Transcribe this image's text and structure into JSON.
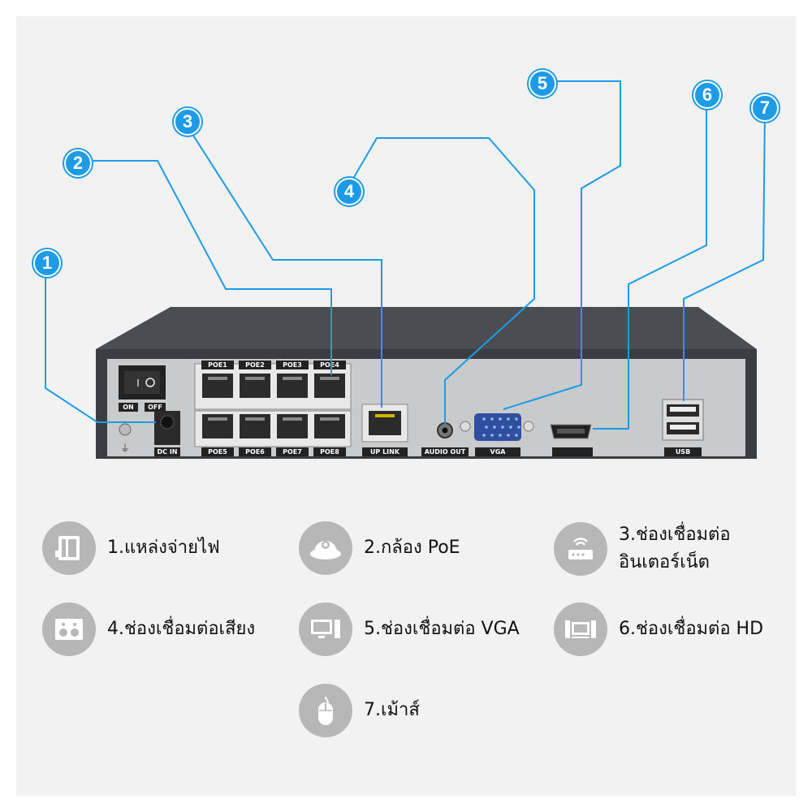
{
  "device": {
    "switch_labels": [
      "ON",
      "OFF"
    ],
    "dc_in": "DC IN",
    "poe_top": [
      "POE1",
      "POE2",
      "POE3",
      "POE4"
    ],
    "poe_bottom": [
      "POE5",
      "POE6",
      "POE7",
      "POE8"
    ],
    "uplink": "UP LINK",
    "audio_out": "AUDIO OUT",
    "vga": "VGA",
    "usb": "USB"
  },
  "callouts": [
    "1",
    "2",
    "3",
    "4",
    "5",
    "6",
    "7"
  ],
  "legend": [
    {
      "icon": "power-supply-icon",
      "line1": "1.แหล่งจ่ายไฟ",
      "line2": ""
    },
    {
      "icon": "dome-camera-icon",
      "line1": "2.กล้อง PoE",
      "line2": ""
    },
    {
      "icon": "router-icon",
      "line1": "3.ช่องเชื่อมต่อ",
      "line2": "อินเตอร์เน็ต"
    },
    {
      "icon": "speaker-icon",
      "line1": "4.ช่องเชื่อมต่อเสียง",
      "line2": ""
    },
    {
      "icon": "monitor-icon",
      "line1": "5.ช่องเชื่อมต่อ VGA",
      "line2": ""
    },
    {
      "icon": "tv-icon",
      "line1": "6.ช่องเชื่อมต่อ HD",
      "line2": ""
    },
    {
      "icon": "mouse-icon",
      "line1": "7.เม้าส์",
      "line2": ""
    }
  ],
  "colors": {
    "accent": "#1e9be6",
    "device_body": "#3a3d42",
    "panel": "#c9cacc",
    "icon_bg": "#b7b7b7"
  }
}
